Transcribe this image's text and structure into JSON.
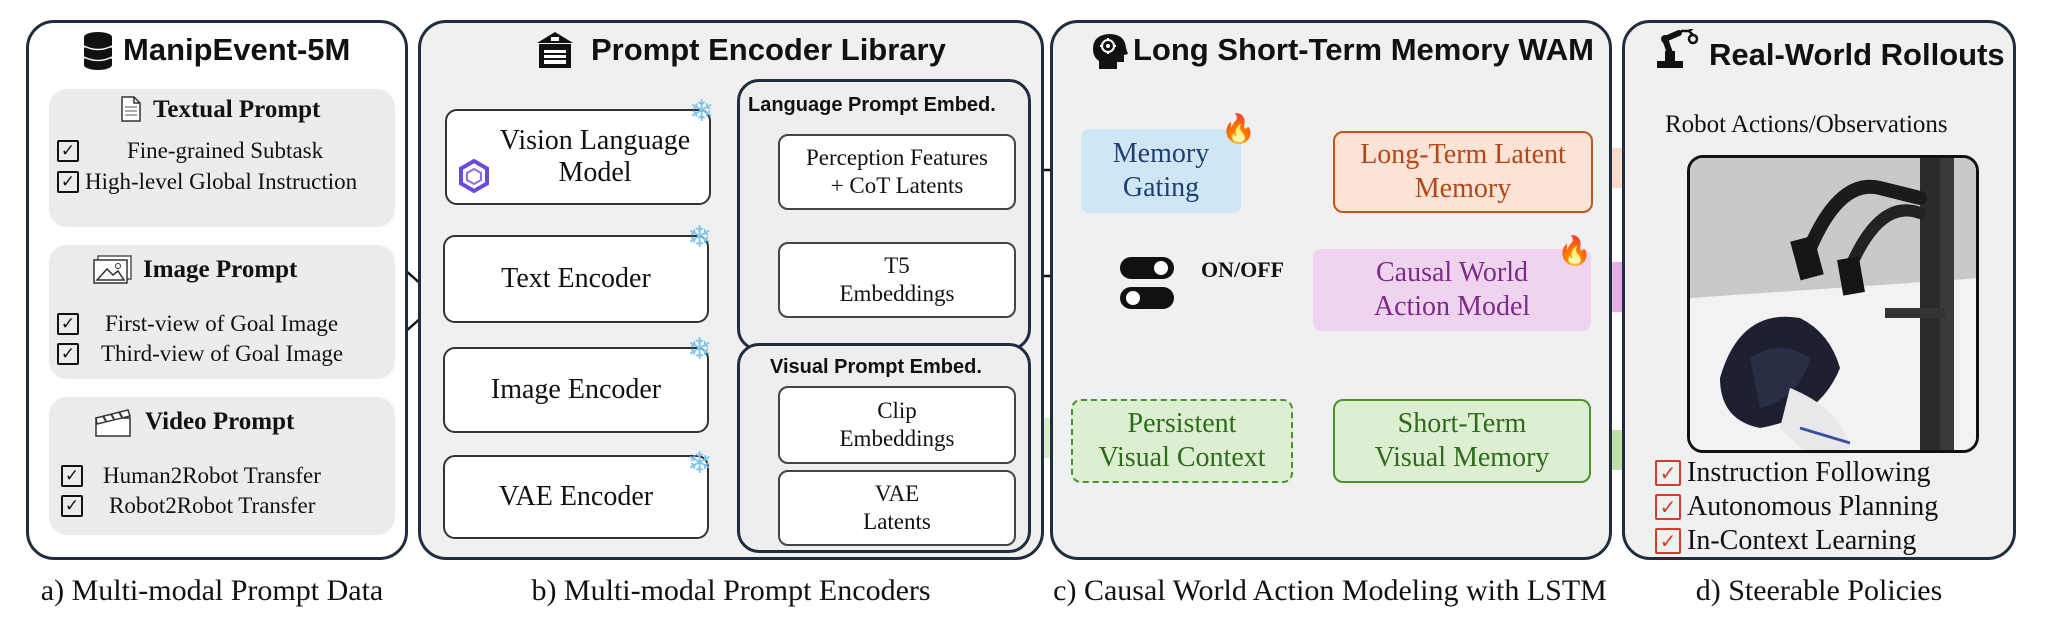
{
  "panel_a": {
    "title": "ManipEvent-5M",
    "caption": "a) Multi-modal Prompt Data",
    "textual": {
      "title": "Textual Prompt",
      "items": [
        "Fine-grained Subtask",
        "High-level Global Instruction"
      ]
    },
    "image": {
      "title": "Image Prompt",
      "items": [
        "First-view of Goal Image",
        "Third-view of Goal Image"
      ]
    },
    "video": {
      "title": "Video Prompt",
      "items": [
        "Human2Robot Transfer",
        "Robot2Robot Transfer"
      ]
    }
  },
  "panel_b": {
    "title": "Prompt Encoder Library",
    "caption": "b) Multi-modal Prompt Encoders",
    "encoders": {
      "vlm": "Vision Language Model",
      "text": "Text Encoder",
      "image": "Image Encoder",
      "vae": "VAE Encoder"
    },
    "language_group": {
      "title": "Language Prompt Embed.",
      "perception": "Perception Features + CoT Latents",
      "t5": "T5 Embeddings"
    },
    "visual_group": {
      "title": "Visual Prompt Embed.",
      "clip": "Clip Embeddings",
      "vae": "VAE Latents"
    }
  },
  "panel_c": {
    "title": "Long Short-Term Memory WAM",
    "caption": "c) Causal World Action Modeling with LSTM",
    "memory_gating": "Memory Gating",
    "long_term": "Long-Term Latent Memory",
    "switch_label": "ON/OFF",
    "causal_model": "Causal World Action Model",
    "persistent": "Persistent Visual Context",
    "short_term": "Short-Term Visual Memory"
  },
  "panel_d": {
    "title": "Real-World Rollouts",
    "caption": "d) Steerable Policies",
    "subtitle": "Robot Actions/Observations",
    "policies": [
      "Instruction Following",
      "Autonomous Planning",
      "In-Context Learning"
    ]
  },
  "icons": {
    "database": "database-icon",
    "library": "library-icon",
    "brain": "brain-icon",
    "robot_arm": "robot-arm-icon",
    "document": "document-icon",
    "image": "image-icon",
    "clapper": "clapperboard-icon",
    "snowflake": "snowflake-icon",
    "fire": "fire-icon",
    "toggle": "toggle-switch-icon",
    "qwen_logo": "qwen-logo-icon"
  },
  "colors": {
    "memory_gating": "#cfe6f4",
    "long_term_fill": "#fbe4d5",
    "long_term_border": "#c2561e",
    "causal_fill": "#f0d3ef",
    "green_fill": "#dcefd0",
    "green_border": "#4e8f33",
    "check_red": "#d83a2b"
  }
}
